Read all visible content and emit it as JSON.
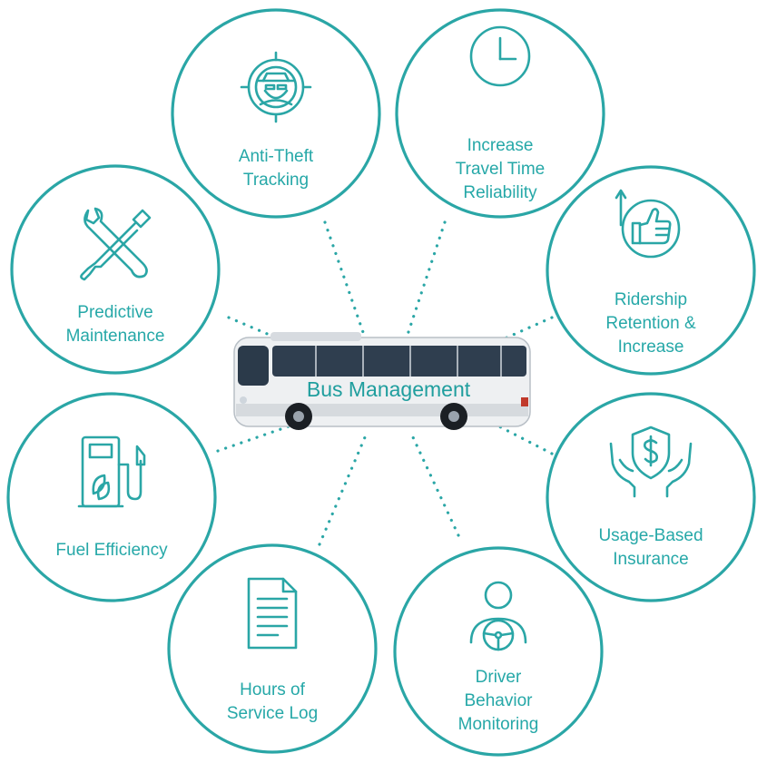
{
  "colors": {
    "accent": "#2aa6a6",
    "background": "#ffffff"
  },
  "center": {
    "label": "Bus Management",
    "image": "bus-image"
  },
  "features": [
    {
      "id": "anti-theft",
      "icon": "target-spy-icon",
      "lines": [
        "Anti-Theft",
        "Tracking"
      ]
    },
    {
      "id": "travel-time",
      "icon": "clock-icon",
      "lines": [
        "Increase",
        "Travel Time",
        "Reliability"
      ]
    },
    {
      "id": "ridership",
      "icon": "thumbs-up-icon",
      "lines": [
        "Ridership",
        "Retention &",
        "Increase"
      ]
    },
    {
      "id": "insurance",
      "icon": "hands-shield-dollar-icon",
      "lines": [
        "Usage-Based",
        "Insurance"
      ]
    },
    {
      "id": "driver-behavior",
      "icon": "driver-steering-wheel-icon",
      "lines": [
        "Driver",
        "Behavior",
        "Monitoring"
      ]
    },
    {
      "id": "hours-of-service",
      "icon": "document-icon",
      "lines": [
        "Hours of",
        "Service Log"
      ]
    },
    {
      "id": "fuel-efficiency",
      "icon": "fuel-pump-leaf-icon",
      "lines": [
        "Fuel Efficiency"
      ]
    },
    {
      "id": "predictive-maintenance",
      "icon": "wrench-screwdriver-icon",
      "lines": [
        "Predictive",
        "Maintenance"
      ]
    }
  ]
}
